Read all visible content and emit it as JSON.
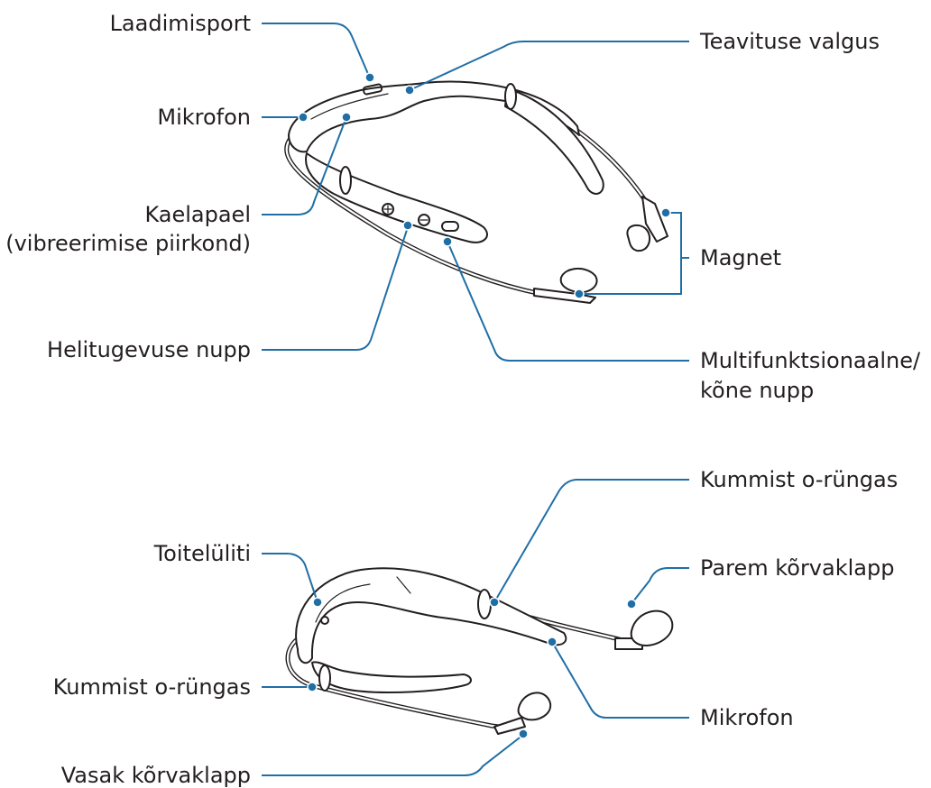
{
  "labels": {
    "laadimisport": "Laadimisport",
    "mikrofon_top": "Mikrofon",
    "kaelapael_1": "Kaelapael",
    "kaelapael_2": "(vibreerimise piirkond)",
    "helitugevuse": "Helitugevuse nupp",
    "teavituse": "Teavituse valgus",
    "magnet": "Magnet",
    "multi_1": "Multifunktsionaalne/",
    "multi_2": "kõne nupp",
    "toitelyliti": "Toitelüliti",
    "kummist_left": "Kummist o-rüngas",
    "vasak": "Vasak kõrvaklapp",
    "kummist_right": "Kummist o-rüngas",
    "parem": "Parem kõrvaklapp",
    "mikrofon_bottom": "Mikrofon"
  },
  "colors": {
    "leader": "#1f6fa6",
    "text": "#231f20"
  }
}
